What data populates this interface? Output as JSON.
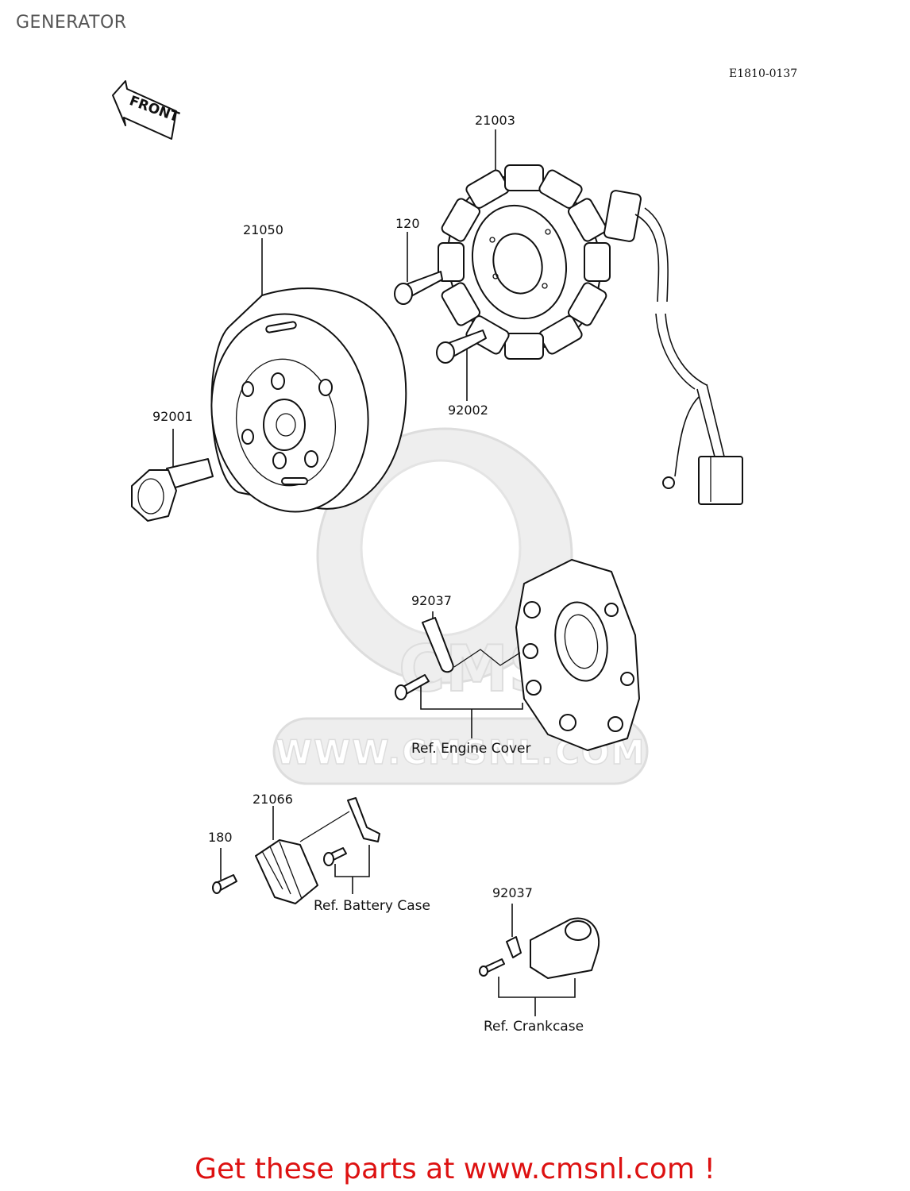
{
  "title": "GENERATOR",
  "diagram_code": "E1810-0137",
  "front_label": "FRONT",
  "watermark": {
    "text": "WWW.CMSNL.COM",
    "logo_text": "CMS"
  },
  "parts": [
    {
      "number": "21003"
    },
    {
      "number": "21050"
    },
    {
      "number": "120"
    },
    {
      "number": "92002"
    },
    {
      "number": "92001"
    },
    {
      "number": "92037"
    },
    {
      "number": "21066"
    },
    {
      "number": "180"
    },
    {
      "number": "92037"
    }
  ],
  "references": {
    "engine_cover": "Ref. Engine Cover",
    "battery_case": "Ref. Battery Case",
    "crankcase": "Ref. Crankcase"
  },
  "promo": "Get these parts at www.cmsnl.com !",
  "colors": {
    "promo": "#dd1111",
    "title": "#555555",
    "lines": "#111111"
  }
}
